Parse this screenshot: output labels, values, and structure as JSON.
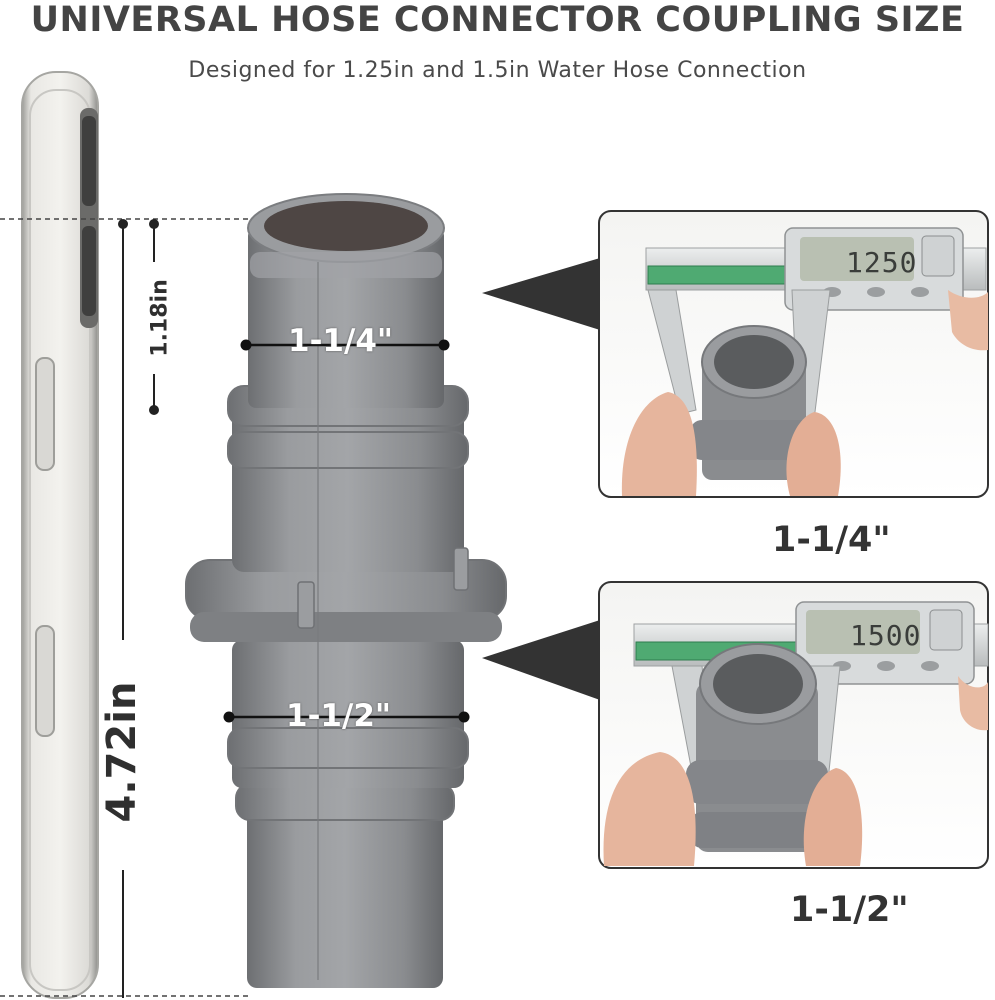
{
  "header": {
    "title": "UNIVERSAL HOSE CONNECTOR COUPLING SIZE",
    "subtitle": "Designed for 1.25in and 1.5in Water Hose Connection"
  },
  "dimensions": {
    "upper_height": "1.18in",
    "total_height": "4.72in",
    "upper_diameter": "1-1/4\"",
    "lower_diameter": "1-1/2\""
  },
  "photos": {
    "top": {
      "caption": "1-1/4\"",
      "readout": "1250"
    },
    "bottom": {
      "caption": "1-1/2\"",
      "readout": "1500"
    }
  },
  "colors": {
    "coupling_gray": "#8e9092",
    "coupling_dark": "#6f7174",
    "panel_border": "#333333",
    "pointer": "#333333"
  }
}
